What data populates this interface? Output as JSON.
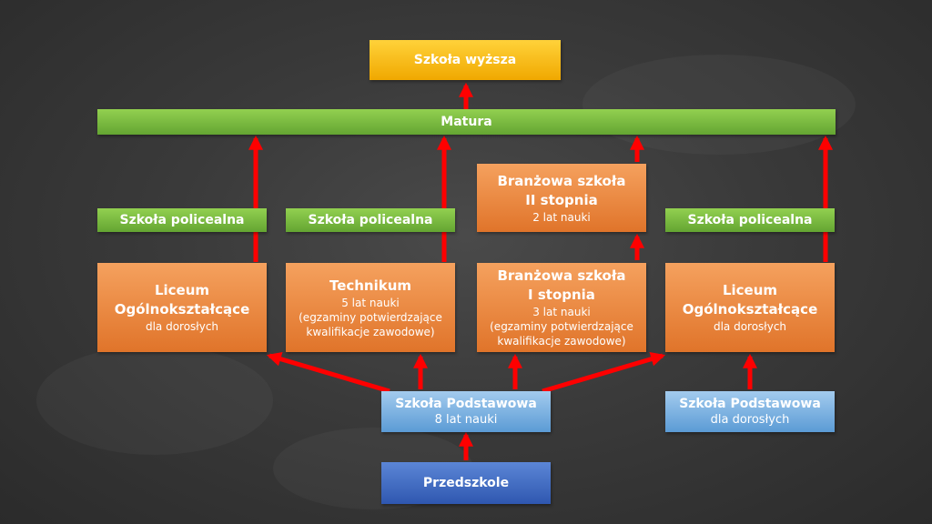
{
  "colors": {
    "yellow": "#FFC000",
    "green": "#70AD47",
    "orange": "#ED7D31",
    "light_blue": "#5B9BD5",
    "dark_blue": "#4472C4",
    "arrow": "#FF0000"
  },
  "higher_school": {
    "title": "Szkoła wyższa"
  },
  "matura": {
    "title": "Matura"
  },
  "vocational_ii": {
    "title": "Branżowa szkoła",
    "title2": "II stopnia",
    "sub": "2 lat nauki"
  },
  "postsecondary": [
    {
      "title": "Szkoła policealna"
    },
    {
      "title": "Szkoła policealna"
    },
    {
      "title": "Szkoła policealna"
    }
  ],
  "secondary": [
    {
      "title": "Liceum",
      "title2": "Ogólnokształcące",
      "sub": "dla dorosłych"
    },
    {
      "title": "Technikum",
      "sub": "5 lat nauki",
      "sub2": "(egzaminy potwierdzające",
      "sub3": "kwalifikacje zawodowe)"
    },
    {
      "title": "Branżowa szkoła",
      "title2": "I stopnia",
      "sub": "3 lat nauki",
      "sub2": "(egzaminy potwierdzające",
      "sub3": "kwalifikacje zawodowe)"
    },
    {
      "title": "Liceum",
      "title2": "Ogólnokształcące",
      "sub": "dla dorosłych"
    }
  ],
  "primary": {
    "title": "Szkoła Podstawowa",
    "sub": "8 lat nauki"
  },
  "primary_adults": {
    "title": "Szkoła Podstawowa",
    "sub": "dla dorosłych"
  },
  "preschool": {
    "title": "Przedszkole"
  }
}
